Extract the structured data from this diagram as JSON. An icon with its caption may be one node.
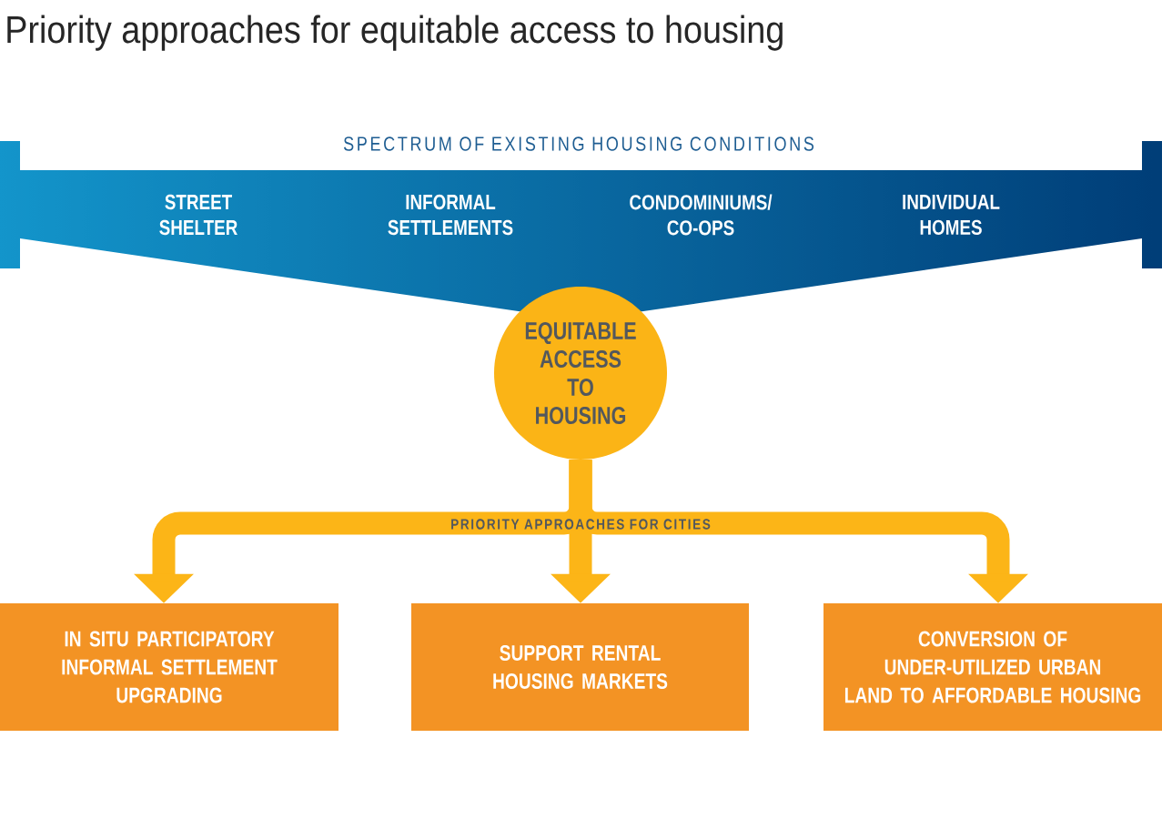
{
  "diagram": {
    "title": "Priority approaches for equitable access to housing",
    "nodes": [
      {
        "text": [
          "SPECTRUM OF EXISTING HOUSING CONDITIONS",
          "STREET SHELTER",
          "INFORMAL SETTLEMENTS",
          "CONDOMINIUMS/ CO-OPS",
          "INDIVIDUAL HOMES"
        ]
      },
      {
        "text": [
          "EQUITABLE ACCESS TO HOUSING"
        ]
      },
      {
        "text": [
          "IN SITU PARTICIPATORY INFORMAL SETTLEMENT UPGRADING"
        ]
      },
      {
        "text": [
          "SUPPORT RENTAL HOUSING MARKETS"
        ]
      },
      {
        "text": [
          "CONVERSION OF UNDER-UTILIZED URBAN LAND TO AFFORDABLE HOUSING"
        ]
      }
    ],
    "edges": [
      {
        "from": 1,
        "to": 2,
        "arrow": "to"
      },
      {
        "from": 1,
        "to": 3,
        "arrow": "to",
        "label": "PRIORITY APPROACHES FOR CITIES"
      },
      {
        "from": 1,
        "to": 4,
        "arrow": "to"
      }
    ]
  }
}
